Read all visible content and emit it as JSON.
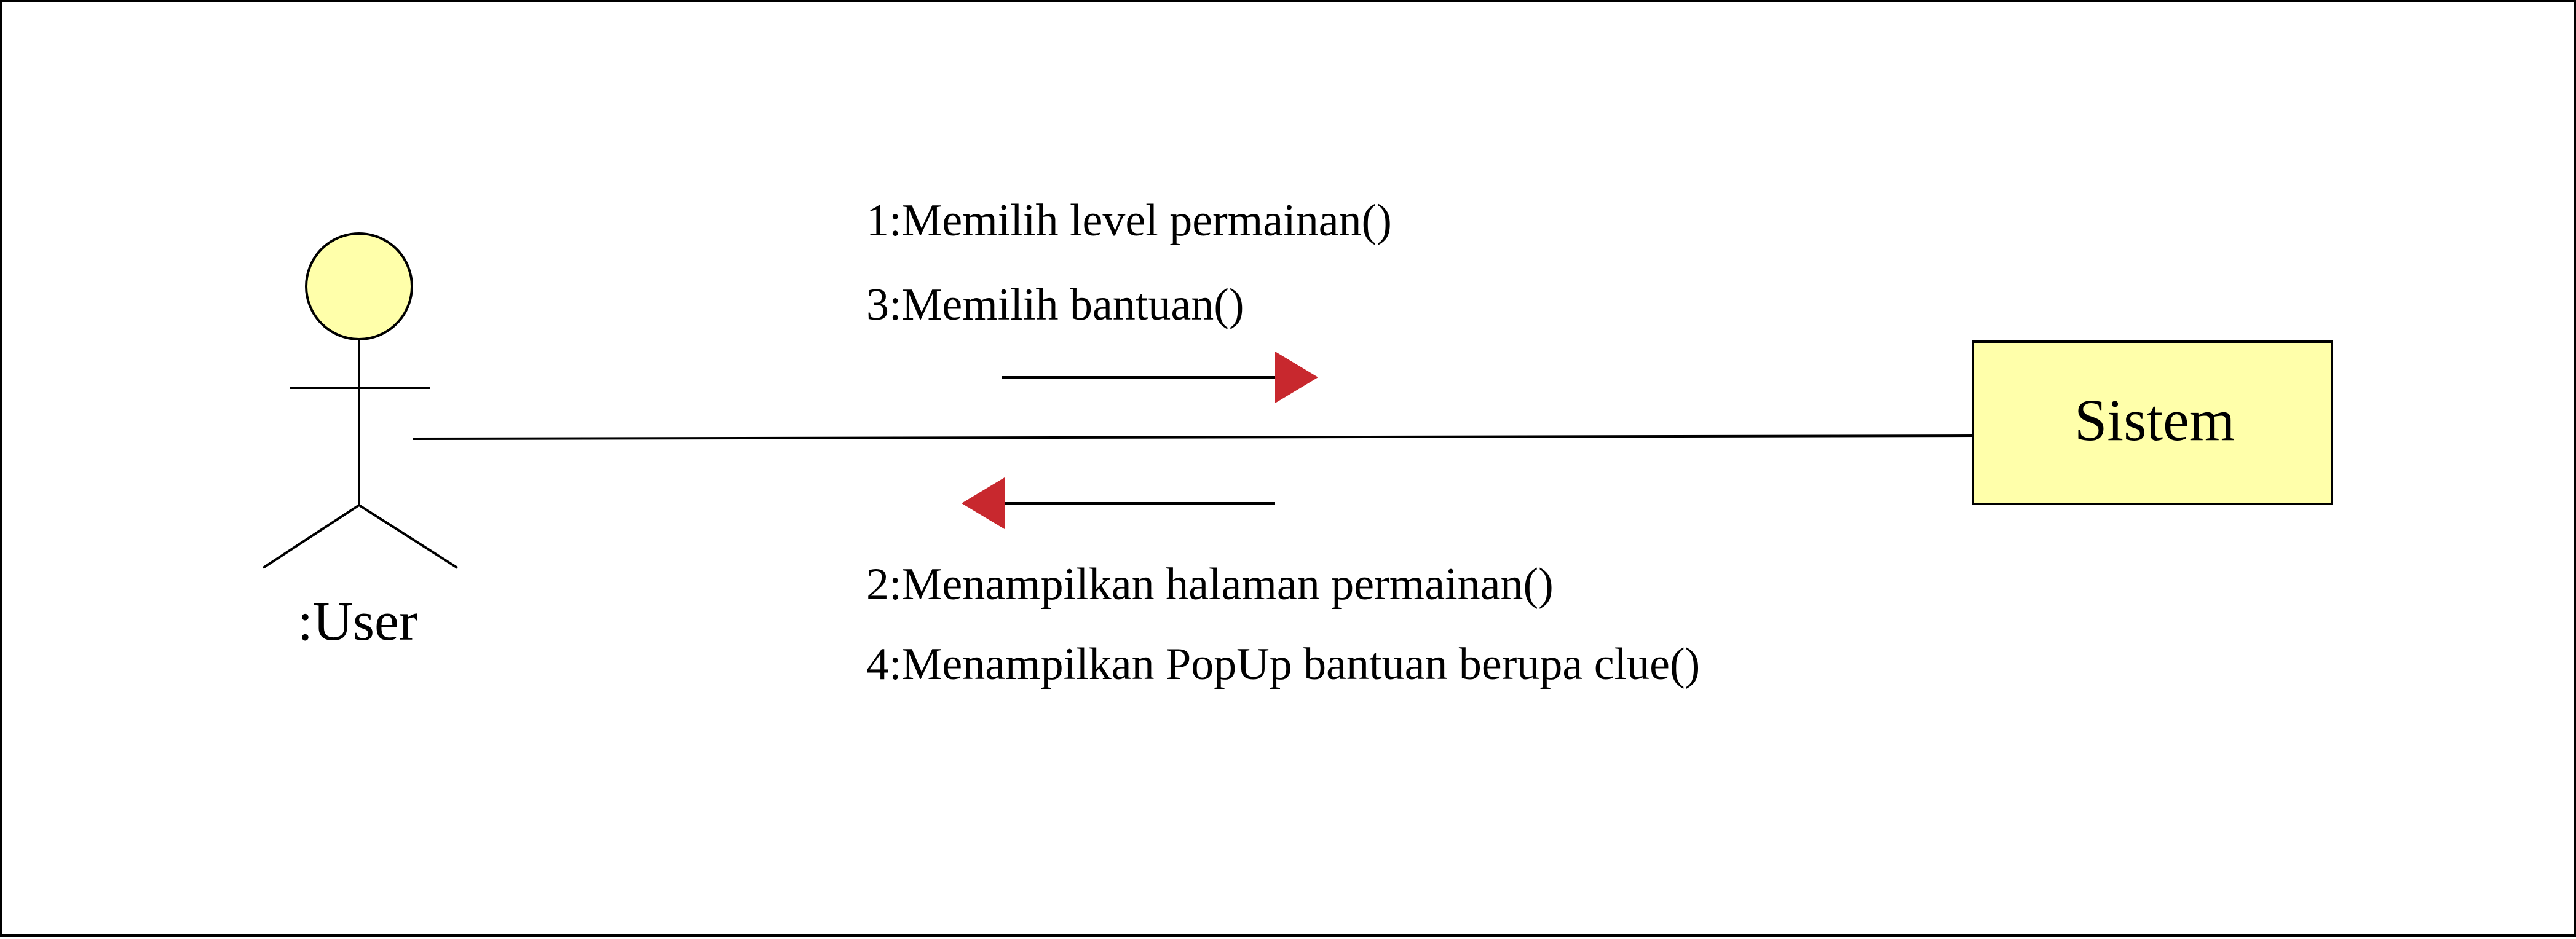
{
  "actor": {
    "name": ":User"
  },
  "object": {
    "name": "Sistem"
  },
  "messages_to_object": [
    "1:Memilih level permainan()",
    "3:Memilih bantuan()"
  ],
  "messages_to_actor": [
    "2:Menampilkan halaman permainan()",
    "4:Menampilkan PopUp bantuan berupa clue()"
  ],
  "colors": {
    "actor_fill": "#FFFFAA",
    "object_fill": "#FFFFAA",
    "arrow_head": "#C8282E",
    "line": "#000000"
  }
}
